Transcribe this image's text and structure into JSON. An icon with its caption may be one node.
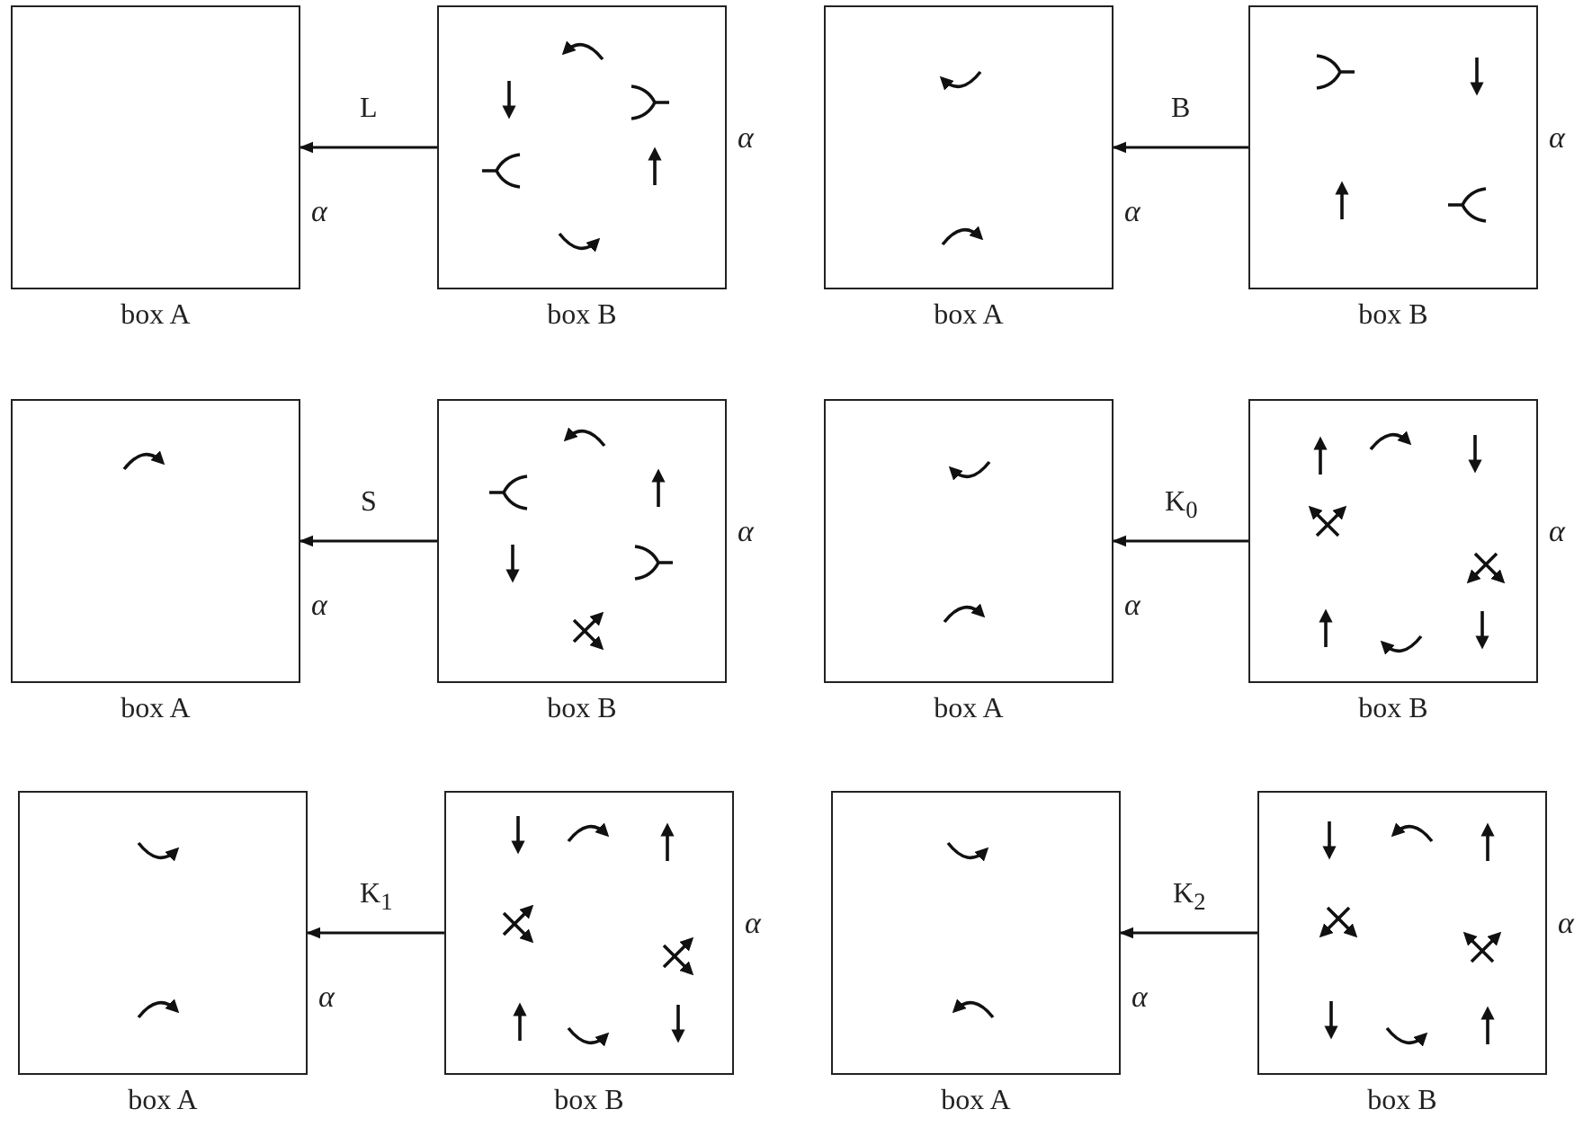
{
  "diagram": {
    "nodes": [
      {
        "text": [
          "box A"
        ],
        "beside": [
          "α"
        ]
      },
      {
        "text": [
          "box B"
        ],
        "beside": [
          "α"
        ]
      },
      {
        "text": [
          "box A"
        ],
        "beside": [
          "α"
        ]
      },
      {
        "text": [
          "box B"
        ],
        "beside": [
          "α"
        ]
      },
      {
        "text": [
          "box A"
        ],
        "beside": [
          "α"
        ]
      },
      {
        "text": [
          "box B"
        ],
        "beside": [
          "α"
        ]
      },
      {
        "text": [
          "box A"
        ],
        "beside": [
          "α"
        ]
      },
      {
        "text": [
          "box B"
        ],
        "beside": [
          "α"
        ]
      },
      {
        "text": [
          "box A"
        ],
        "beside": [
          "α"
        ]
      },
      {
        "text": [
          "box B"
        ],
        "beside": [
          "α"
        ]
      },
      {
        "text": [
          "box A"
        ],
        "beside": [
          "α"
        ]
      },
      {
        "text": [
          "box B"
        ],
        "beside": [
          "α"
        ]
      }
    ],
    "edges": [
      {
        "from": 1,
        "to": 0,
        "arrow": "to",
        "label": "L"
      },
      {
        "from": 3,
        "to": 2,
        "arrow": "to",
        "label": "B"
      },
      {
        "from": 5,
        "to": 4,
        "arrow": "to",
        "label": "S"
      },
      {
        "from": 7,
        "to": 6,
        "arrow": "to",
        "label": "K$_{0}$"
      },
      {
        "from": 9,
        "to": 8,
        "arrow": "to",
        "label": "K$_{1}$"
      },
      {
        "from": 11,
        "to": 10,
        "arrow": "to",
        "label": "K$_{2}$"
      }
    ]
  }
}
